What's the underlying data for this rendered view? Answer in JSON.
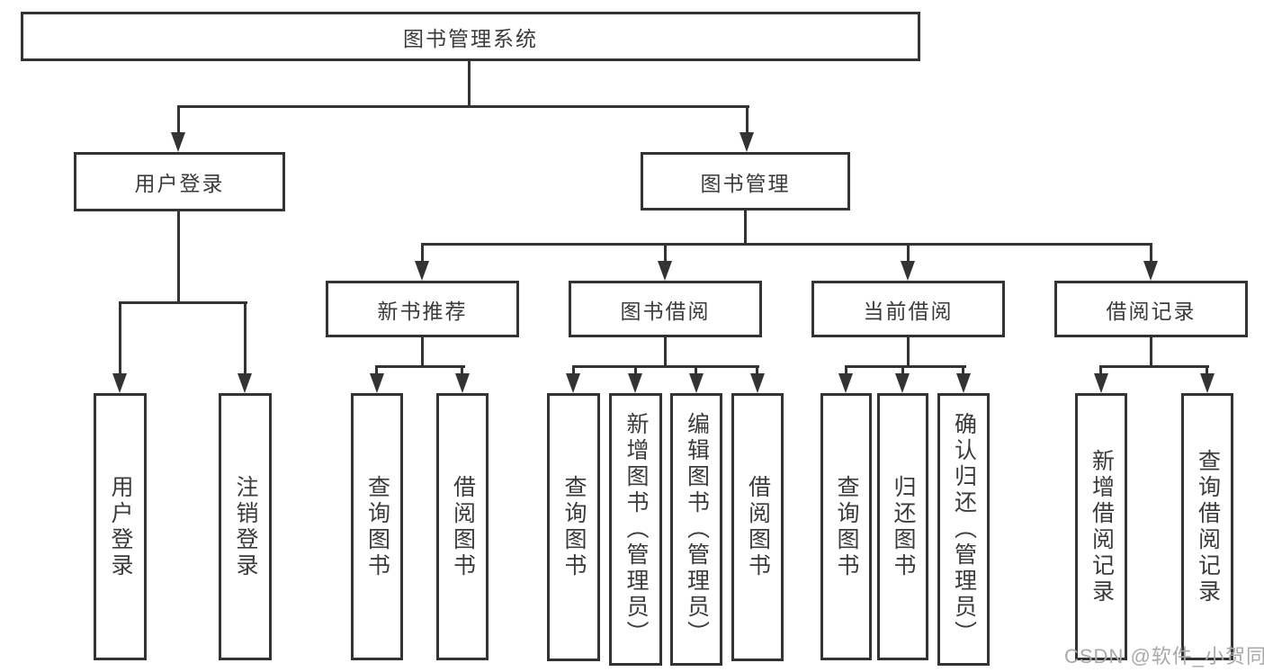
{
  "tree": {
    "root": "图书管理系统",
    "branches": [
      {
        "label": "用户登录",
        "children": [
          "用户登录",
          "注销登录"
        ]
      },
      {
        "label": "图书管理",
        "groups": [
          {
            "label": "新书推荐",
            "children": [
              "查询图书",
              "借阅图书"
            ]
          },
          {
            "label": "图书借阅",
            "children": [
              "查询图书",
              "新增图书（管理员）",
              "编辑图书（管理员）",
              "借阅图书"
            ]
          },
          {
            "label": "当前借阅",
            "children": [
              "查询图书",
              "归还图书",
              "确认归还（管理员）"
            ]
          },
          {
            "label": "借阅记录",
            "children": [
              "新增借阅记录",
              "查询借阅记录"
            ]
          }
        ]
      }
    ]
  },
  "watermark": {
    "text": "CSDN @软件_小贺同学"
  },
  "colors": {
    "line": "#333333",
    "text": "#3b3b3b",
    "background": "#ffffff",
    "watermark": "#a9a9a9"
  }
}
